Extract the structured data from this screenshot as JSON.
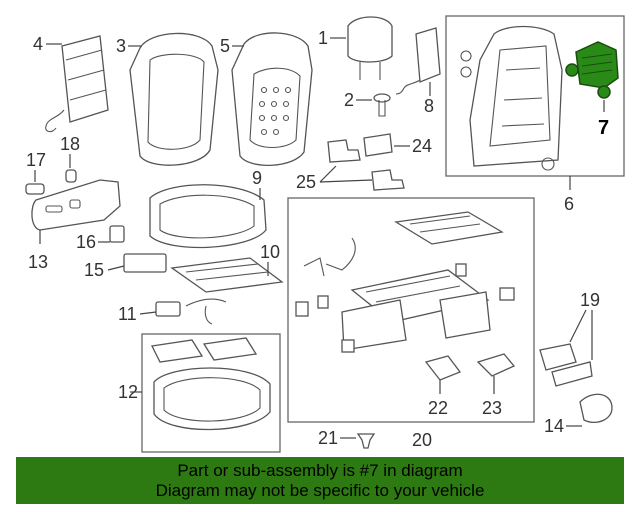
{
  "callouts": {
    "c1": "1",
    "c2": "2",
    "c3": "3",
    "c4": "4",
    "c5": "5",
    "c6": "6",
    "c7": "7",
    "c8": "8",
    "c9": "9",
    "c10": "10",
    "c11": "11",
    "c12": "12",
    "c13": "13",
    "c14": "14",
    "c15": "15",
    "c16": "16",
    "c17": "17",
    "c18": "18",
    "c19": "19",
    "c20": "20",
    "c21": "21",
    "c22": "22",
    "c23": "23",
    "c24": "24",
    "c25": "25"
  },
  "highlight": {
    "part_number": "7",
    "color": "#2a8a18"
  },
  "banner": {
    "line1": "Part or sub-assembly is #7 in diagram",
    "line2": "Diagram may not be specific to your vehicle",
    "background": "#2e7a12"
  }
}
